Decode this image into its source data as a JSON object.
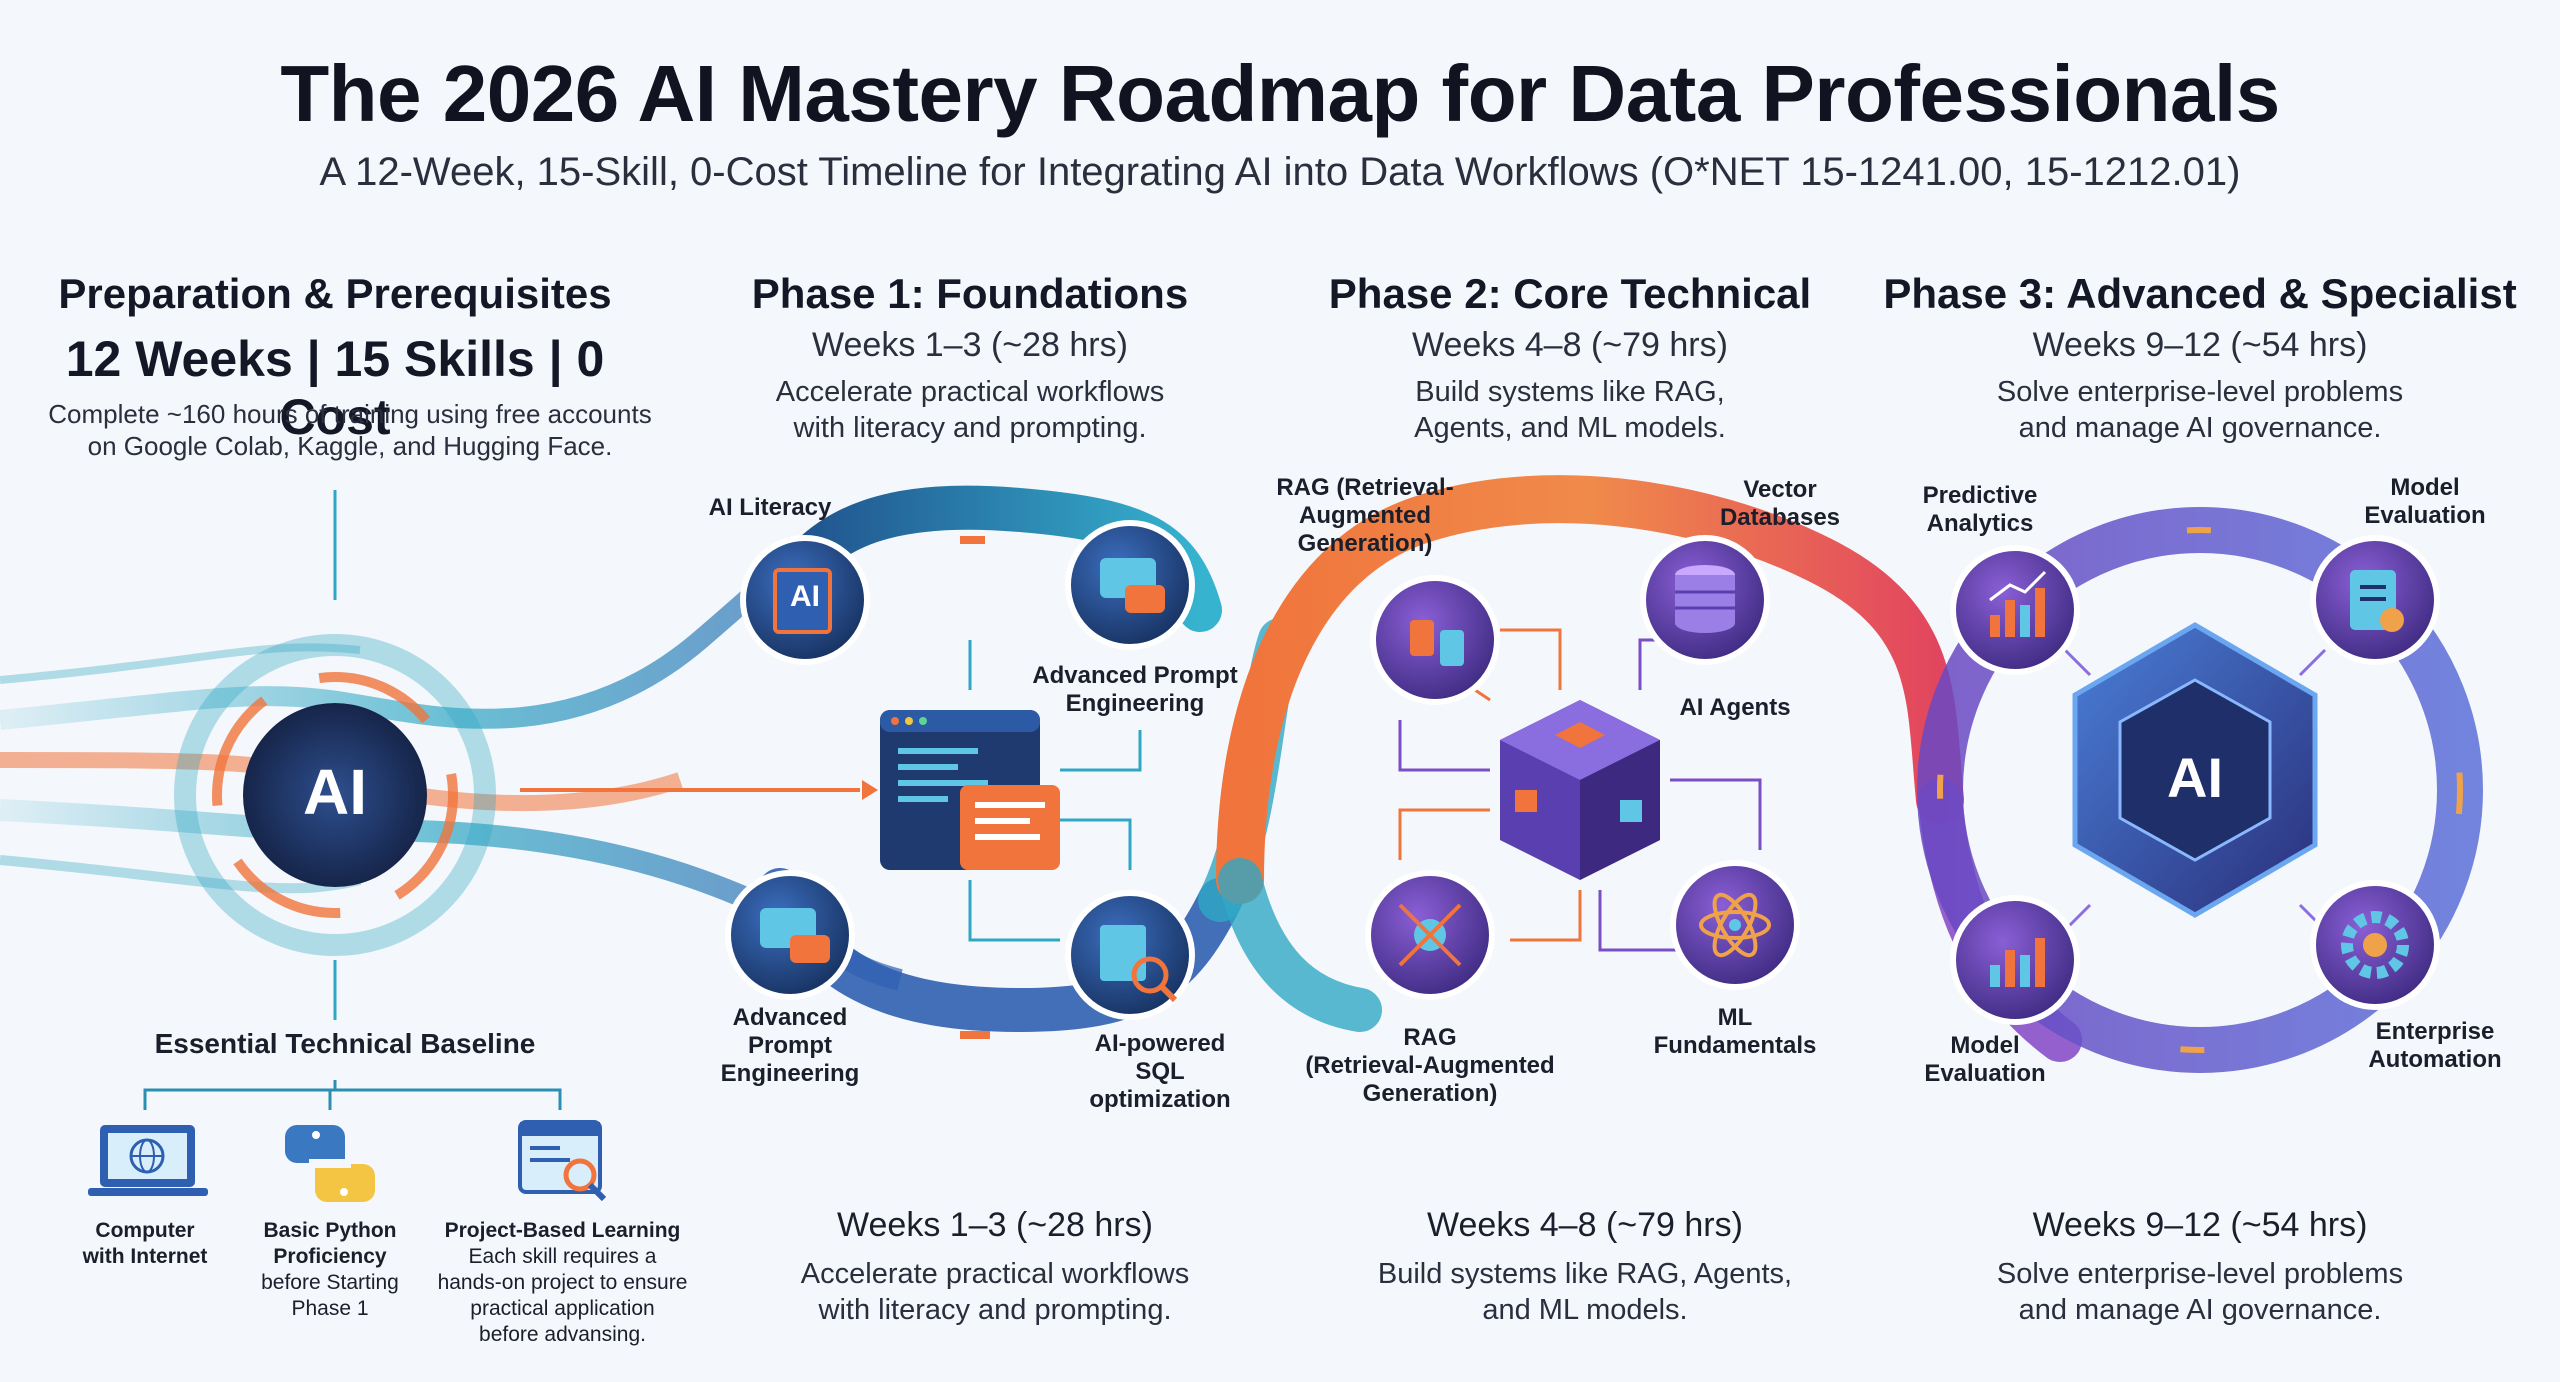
{
  "header": {
    "title": "The 2026 AI Mastery Roadmap for Data Professionals",
    "subtitle": "A 12-Week, 15-Skill, 0-Cost Timeline for Integrating AI into Data Workflows (O*NET 15-1241.00, 15-1212.01)"
  },
  "prep": {
    "heading": "Preparation & Prerequisites",
    "stats": "12 Weeks | 15 Skills | 0 Cost",
    "desc_line1": "Complete ~160 hours of training using free accounts",
    "desc_line2": "on Google Colab, Kaggle, and Hugging Face.",
    "hub_label": "AI"
  },
  "phase1": {
    "heading": "Phase 1: Foundations",
    "weeks": "Weeks 1–3 (~28 hrs)",
    "desc_line1": "Accelerate practical workflows",
    "desc_line2": "with literacy and prompting.",
    "nodes": {
      "ai_literacy": "AI Literacy",
      "ai_literacy_badge": "AI",
      "adv_prompt_top_1": "Advanced Prompt",
      "adv_prompt_top_2": "Engineering",
      "adv_prompt_bottom_1": "Advanced",
      "adv_prompt_bottom_2": "Prompt",
      "adv_prompt_bottom_3": "Engineering",
      "sql_1": "AI-powered",
      "sql_2": "SQL",
      "sql_3": "optimization"
    },
    "bottom_weeks": "Weeks 1–3 (~28 hrs)",
    "bottom_desc_line1": "Accelerate practical workflows",
    "bottom_desc_line2": "with literacy and prompting."
  },
  "phase2": {
    "heading": "Phase 2: Core Technical",
    "weeks": "Weeks 4–8 (~79 hrs)",
    "desc_line1": "Build systems like RAG,",
    "desc_line2": "Agents, and ML models.",
    "nodes": {
      "rag_top_1": "RAG (Retrieval-",
      "rag_top_2": "Augmented",
      "rag_top_3": "Generation)",
      "vector_1": "Vector",
      "vector_2": "Databases",
      "agents": "AI Agents",
      "rag_bottom_1": "RAG",
      "rag_bottom_2": "(Retrieval-Augmented",
      "rag_bottom_3": "Generation)",
      "ml_1": "ML",
      "ml_2": "Fundamentals"
    },
    "bottom_weeks": "Weeks 4–8 (~79 hrs)",
    "bottom_desc_line1": "Build systems like RAG, Agents,",
    "bottom_desc_line2": "and ML models."
  },
  "phase3": {
    "heading": "Phase 3: Advanced & Specialist",
    "weeks": "Weeks 9–12 (~54 hrs)",
    "desc_line1": "Solve enterprise-level problems",
    "desc_line2": "and manage AI governance.",
    "hub_label": "AI",
    "nodes": {
      "predictive_1": "Predictive",
      "predictive_2": "Analytics",
      "model_eval_top_1": "Model",
      "model_eval_top_2": "Evaluation",
      "model_eval_bottom_1": "Model",
      "model_eval_bottom_2": "Evaluation",
      "enterprise_1": "Enterprise",
      "enterprise_2": "Automation"
    },
    "bottom_weeks": "Weeks 9–12 (~54 hrs)",
    "bottom_desc_line1": "Solve enterprise-level problems",
    "bottom_desc_line2": "and manage AI governance."
  },
  "baseline": {
    "heading": "Essential Technical Baseline",
    "items": [
      {
        "label_1": "Computer",
        "label_2": "with Internet",
        "icon": "laptop-globe-icon"
      },
      {
        "label_1": "Basic Python",
        "label_2": "Proficiency",
        "sub_1": "before Starting",
        "sub_2": "Phase 1",
        "icon": "python-icon"
      },
      {
        "label_1": "Project-Based Learning",
        "sub_1": "Each skill requires a",
        "sub_2": "hands-on project to ensure",
        "sub_3": "practical application",
        "sub_4": "before advansing.",
        "icon": "search-document-icon"
      }
    ]
  },
  "colors": {
    "teal": "#2fa7c4",
    "blue": "#2f5fb0",
    "orange": "#f0743c",
    "purple": "#7a4fc6",
    "navy": "#1d2f55"
  }
}
